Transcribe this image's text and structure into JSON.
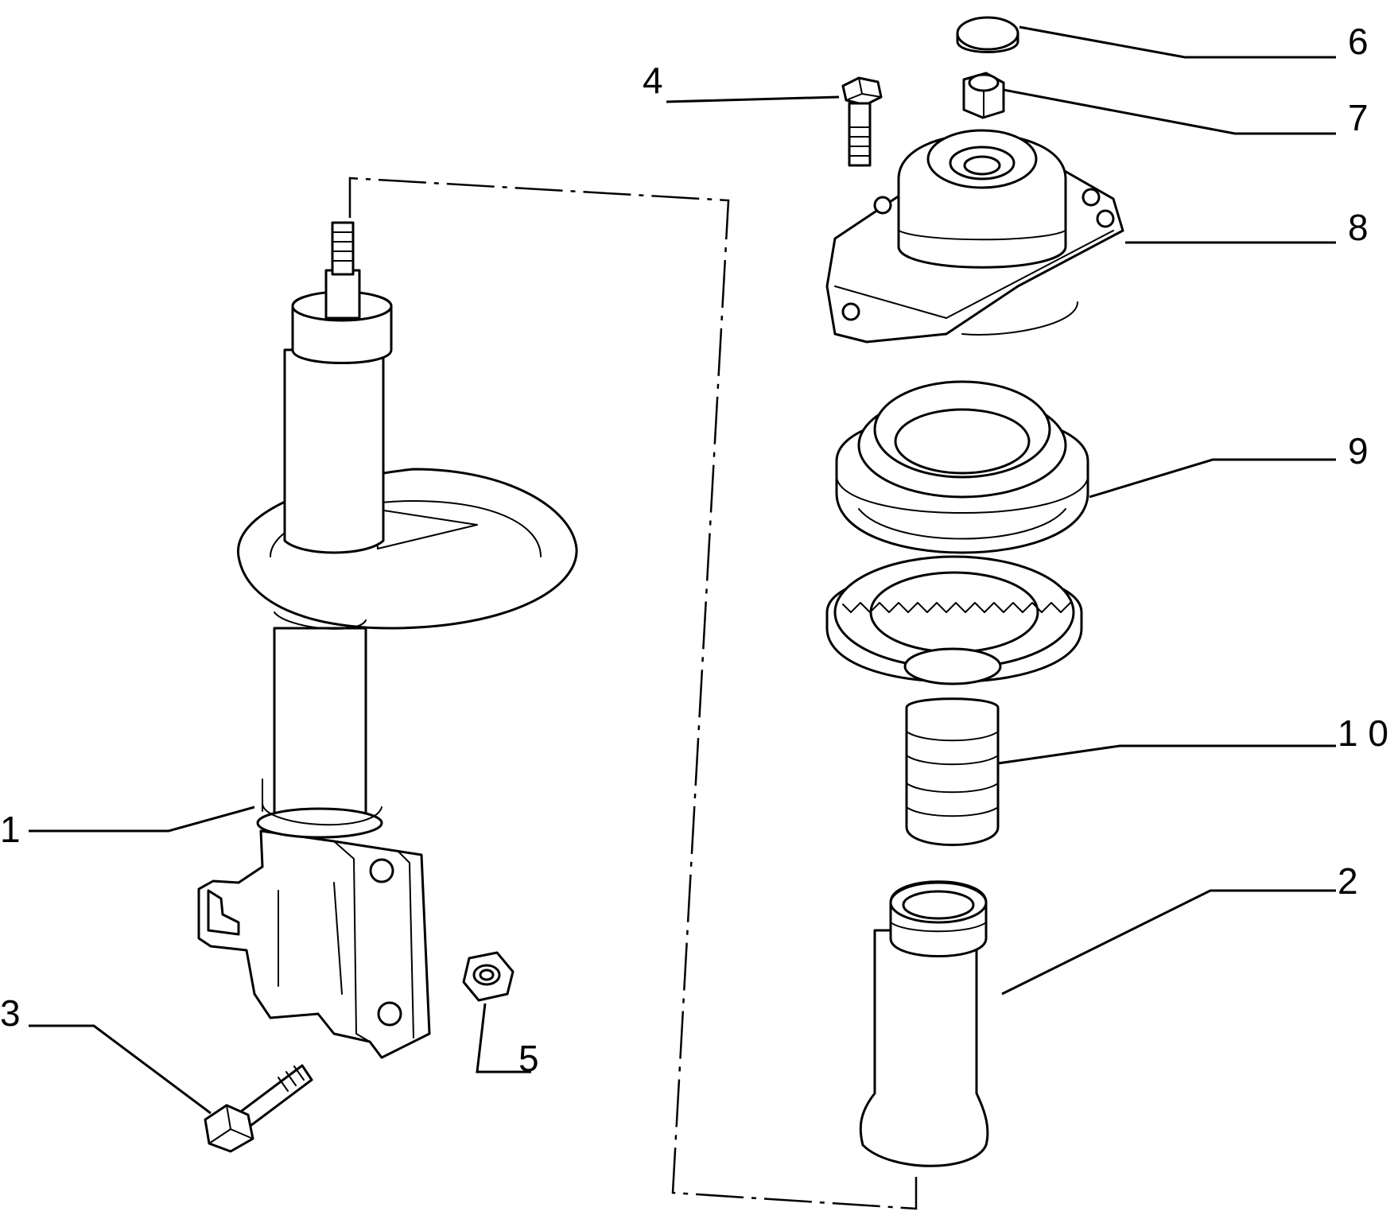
{
  "callouts": [
    {
      "id": "1",
      "label": "1"
    },
    {
      "id": "2",
      "label": "2"
    },
    {
      "id": "3",
      "label": "3"
    },
    {
      "id": "4",
      "label": "4"
    },
    {
      "id": "5",
      "label": "5"
    },
    {
      "id": "6",
      "label": "6"
    },
    {
      "id": "7",
      "label": "7"
    },
    {
      "id": "8",
      "label": "8"
    },
    {
      "id": "9",
      "label": "9"
    },
    {
      "id": "10",
      "label": "1 0"
    }
  ]
}
